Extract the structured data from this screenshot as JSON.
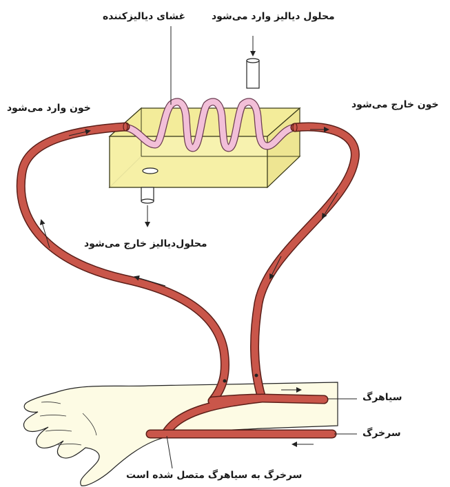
{
  "labels": {
    "membrane": "غشای دیالیزکننده",
    "solution_in": "محلول دیالیز وارد می‌شود",
    "blood_in": "خون وارد می‌شود",
    "blood_out": "خون خارج می‌شود",
    "solution_out": "محلول‌دیالیز خارج می‌شود",
    "vein": "سیاهرگ",
    "artery": "سرخرگ",
    "connection": "سرخرگ به سیاهرگ متصل شده است"
  },
  "colors": {
    "vessel": "#c9564a",
    "vessel_outline": "#5a1e18",
    "box_fill": "#f6f1a8",
    "box_outline": "#3a3a1a",
    "membrane_fill": "#f2bfd8",
    "arm_fill": "#fdfbe4",
    "arm_outline": "#222222"
  }
}
